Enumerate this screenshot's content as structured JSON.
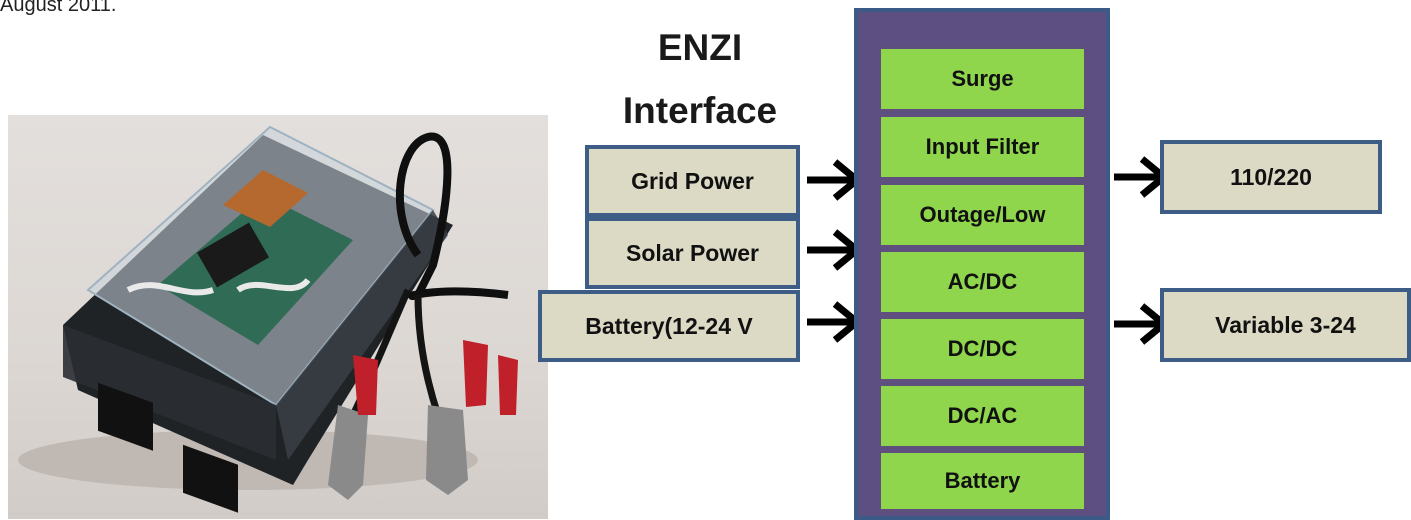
{
  "caption": "August 2011.",
  "title": {
    "line1": "ENZI",
    "line2": "Interface"
  },
  "inputs": [
    {
      "label": "Grid Power"
    },
    {
      "label": "Solar Power"
    },
    {
      "label": "Battery(12-24 V"
    }
  ],
  "stages": [
    {
      "label": "Surge"
    },
    {
      "label": "Input Filter"
    },
    {
      "label": "Outage/Low"
    },
    {
      "label": "AC/DC"
    },
    {
      "label": "DC/DC"
    },
    {
      "label": "DC/AC"
    },
    {
      "label": "Battery"
    }
  ],
  "outputs": [
    {
      "label": "110/220"
    },
    {
      "label": "Variable 3-24"
    }
  ],
  "colors": {
    "box_fill": "#dcd9c5",
    "box_border": "#3d5d87",
    "column_fill": "#5e4f83",
    "stage_fill": "#8fd64d"
  }
}
